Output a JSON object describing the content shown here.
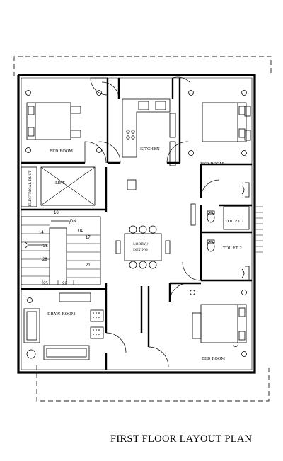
{
  "plan": {
    "title": "FIRST FLOOR LAYOUT PLAN",
    "rooms": {
      "bedroom_top_left": "BED ROOM",
      "kitchen": "KITCHEN",
      "bedroom_top_right": "BED ROOM",
      "electrical_duct": "ELECTRICAL DUCT",
      "lift": "LIFT",
      "toilet_1": "TOILET 1",
      "toilet_2": "TOILET 2",
      "lobby_line1": "LOBBY /",
      "lobby_line2": "DINING",
      "drawing_room": "DRAW. ROOM",
      "bedroom_bottom_right": "BED ROOM"
    },
    "stair": {
      "dn": "DN",
      "up": "UP",
      "step_16": "16",
      "step_14": "14",
      "step_17": "17",
      "step_28": "28",
      "step_26": "26",
      "step_21": "21",
      "step_25": "25",
      "step_22": "22"
    }
  }
}
